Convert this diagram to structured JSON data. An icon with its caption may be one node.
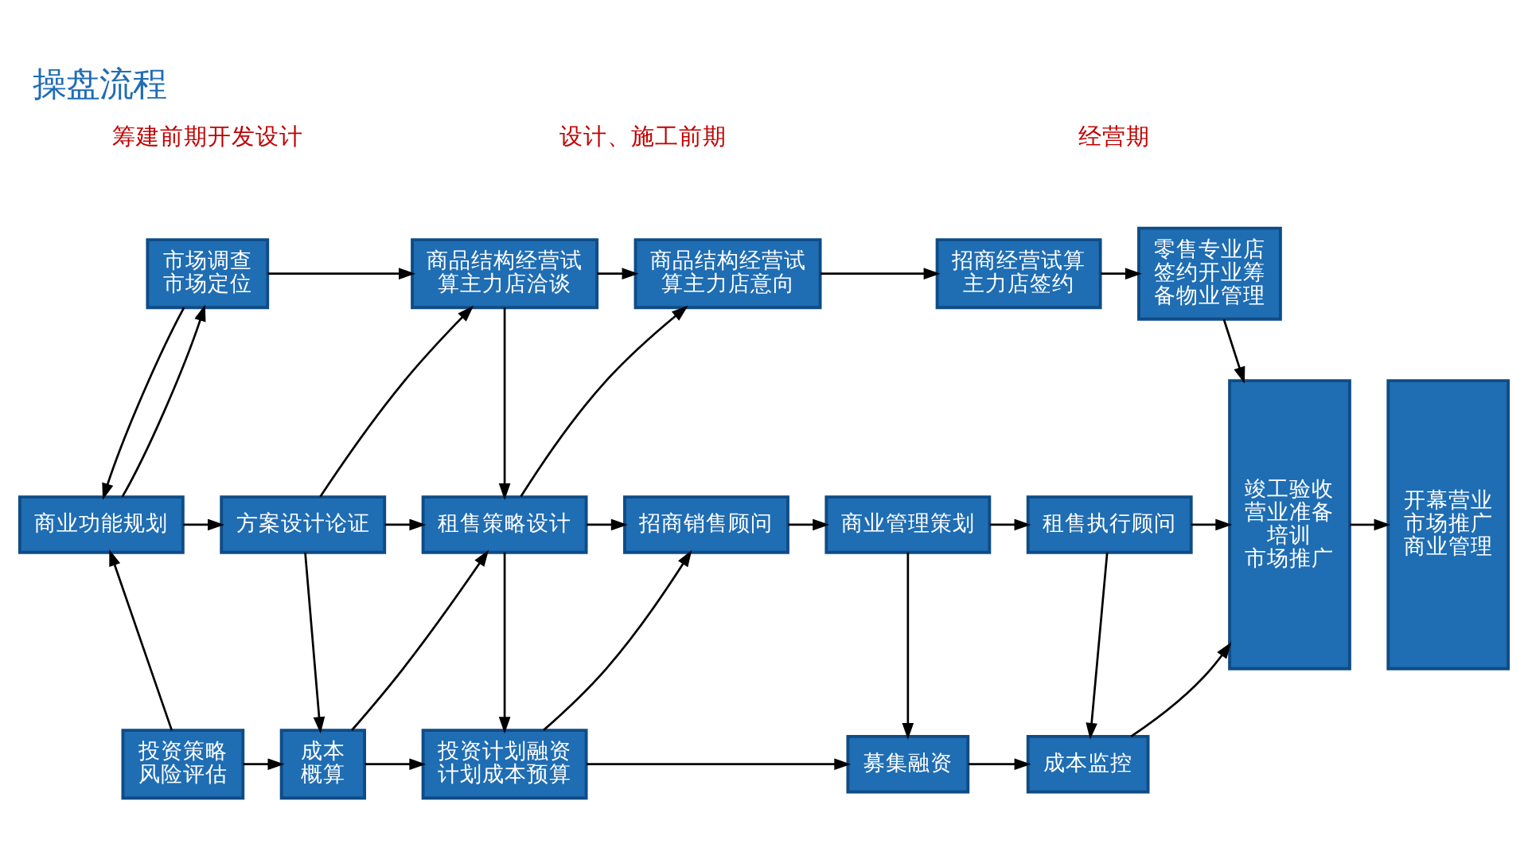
{
  "diagram": {
    "title": "操盘流程",
    "nodes": [
      {
        "text": [
          "市场调查",
          "市场定位"
        ]
      },
      {
        "text": [
          "商品结构经营试算主力店洽谈"
        ]
      },
      {
        "text": [
          "商品结构经营试算主力店意向"
        ]
      },
      {
        "text": [
          "招商经营试算主力店签约"
        ]
      },
      {
        "text": [
          "零售专业店签约开业筹备物业管理"
        ]
      },
      {
        "text": [
          "商业功能规划"
        ]
      },
      {
        "text": [
          "方案设计论证"
        ]
      },
      {
        "text": [
          "租售策略设计"
        ]
      },
      {
        "text": [
          "招商销售顾问"
        ]
      },
      {
        "text": [
          "商业管理策划"
        ]
      },
      {
        "text": [
          "租售执行顾问"
        ]
      },
      {
        "text": [
          "投资策略风险评估"
        ]
      },
      {
        "text": [
          "成本",
          "概算"
        ]
      },
      {
        "text": [
          "投资计划融资计划成本预算"
        ]
      },
      {
        "text": [
          "募集融资"
        ]
      },
      {
        "text": [
          "成本监控"
        ]
      },
      {
        "text": [
          "竣工验收",
          "营业准备",
          "培训",
          "市场推广"
        ]
      },
      {
        "text": [
          "开幕营业",
          "市场推广",
          "商业管理"
        ]
      }
    ],
    "edges": [
      {
        "from": 0,
        "to": 5,
        "arrow": "to"
      },
      {
        "from": 5,
        "to": 0,
        "arrow": "to"
      },
      {
        "from": 0,
        "to": 1,
        "arrow": "to"
      },
      {
        "from": 1,
        "to": 2,
        "arrow": "to"
      },
      {
        "from": 2,
        "to": 3,
        "arrow": "to"
      },
      {
        "from": 3,
        "to": 4,
        "arrow": "to"
      },
      {
        "from": 4,
        "to": 16,
        "arrow": "to"
      },
      {
        "from": 6,
        "to": 1,
        "arrow": "to"
      },
      {
        "from": 1,
        "to": 7,
        "arrow": "to"
      },
      {
        "from": 7,
        "to": 2,
        "arrow": "to"
      },
      {
        "from": 5,
        "to": 6,
        "arrow": "to"
      },
      {
        "from": 6,
        "to": 7,
        "arrow": "to"
      },
      {
        "from": 7,
        "to": 8,
        "arrow": "to"
      },
      {
        "from": 8,
        "to": 9,
        "arrow": "to"
      },
      {
        "from": 9,
        "to": 10,
        "arrow": "to"
      },
      {
        "from": 10,
        "to": 16,
        "arrow": "to"
      },
      {
        "from": 11,
        "to": 5,
        "arrow": "to"
      },
      {
        "from": 6,
        "to": 12,
        "arrow": "to"
      },
      {
        "from": 12,
        "to": 7,
        "arrow": "to"
      },
      {
        "from": 7,
        "to": 13,
        "arrow": "to"
      },
      {
        "from": 13,
        "to": 8,
        "arrow": "to"
      },
      {
        "from": 9,
        "to": 14,
        "arrow": "to"
      },
      {
        "from": 10,
        "to": 15,
        "arrow": "to"
      },
      {
        "from": 11,
        "to": 12,
        "arrow": "to"
      },
      {
        "from": 12,
        "to": 13,
        "arrow": "to"
      },
      {
        "from": 13,
        "to": 14,
        "arrow": "to"
      },
      {
        "from": 14,
        "to": 15,
        "arrow": "to"
      },
      {
        "from": 15,
        "to": 16,
        "arrow": "to"
      },
      {
        "from": 16,
        "to": 17,
        "arrow": "to"
      }
    ],
    "labels": [
      "筹建前期开发设计",
      "设计、施工前期",
      "经营期"
    ]
  }
}
